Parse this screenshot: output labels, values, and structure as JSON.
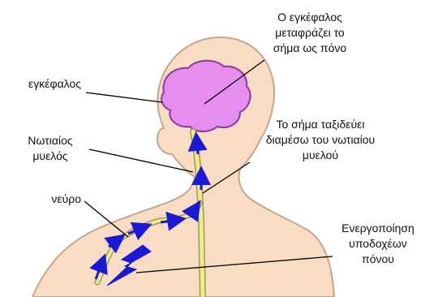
{
  "labels": {
    "brain_interprets": "Ο εγκέφαλος\nμεταφράζει το\nσήμα ως πόνο",
    "brain": "εγκέφαλος",
    "spinal_cord": "Νωτιαίος\nμυελός",
    "signal_travels": "Το σήμα ταξιδεύει\nδιαμέσω του νωτιαίου\nμυελού",
    "nerve": "νεύρο",
    "receptor_activation": "Ενεργοποίηση\nυποδοχέων\nπόνου"
  },
  "colors": {
    "skin": "#f8dcc4",
    "outline": "#c8a48c",
    "brain": "#e58ef0",
    "brain_outline": "#8a3a98",
    "nerve": "#f2ea88",
    "nerve_outline": "#9a9a60",
    "signal": "#1a1ad6",
    "leader": "#000000"
  }
}
